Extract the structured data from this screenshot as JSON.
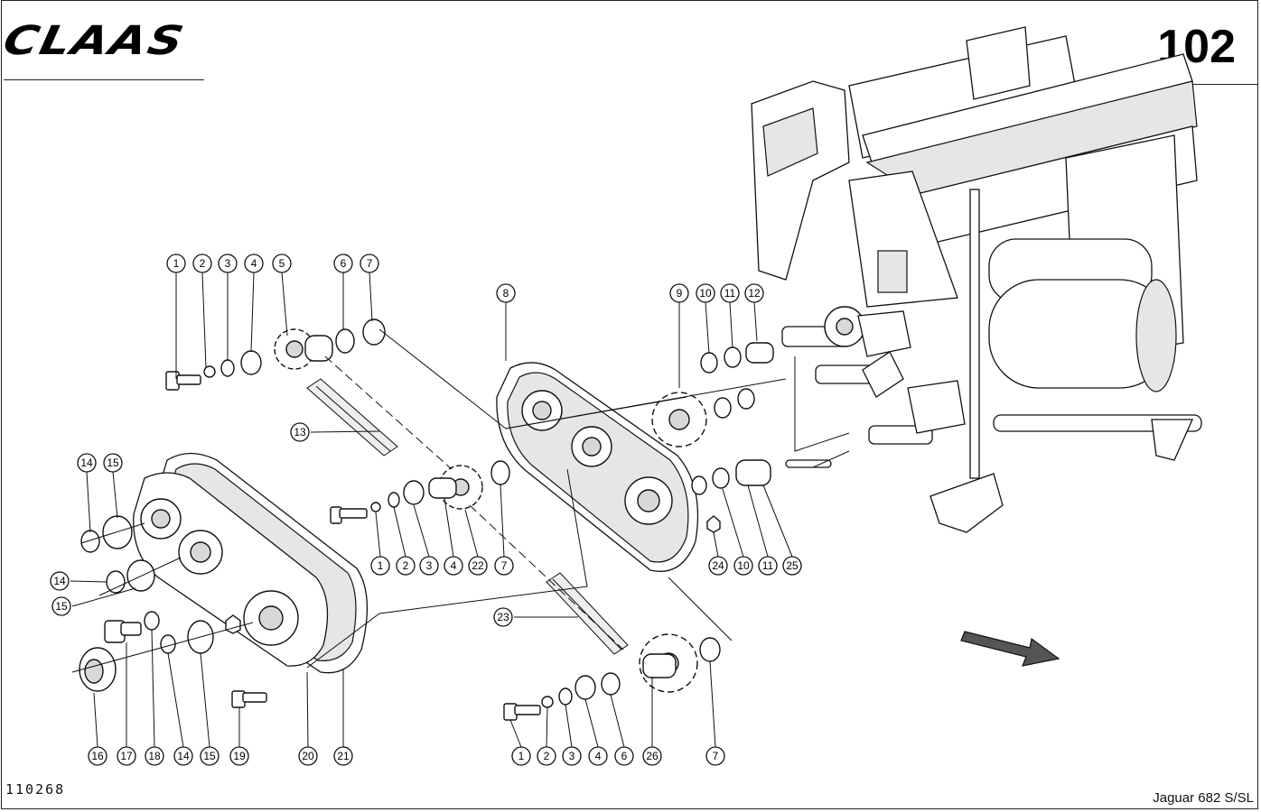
{
  "header": {
    "logo_text": "CLAAS",
    "page_number": "102"
  },
  "footer": {
    "drawing_number": "110268",
    "model": "Jaguar 682 S/SL"
  },
  "callouts": [
    {
      "num": "1"
    },
    {
      "num": "2"
    },
    {
      "num": "3"
    },
    {
      "num": "4"
    },
    {
      "num": "5"
    },
    {
      "num": "6"
    },
    {
      "num": "7"
    },
    {
      "num": "8"
    },
    {
      "num": "9"
    },
    {
      "num": "10"
    },
    {
      "num": "11"
    },
    {
      "num": "12"
    },
    {
      "num": "13"
    },
    {
      "num": "14"
    },
    {
      "num": "15"
    },
    {
      "num": "14"
    },
    {
      "num": "15"
    },
    {
      "num": "1"
    },
    {
      "num": "2"
    },
    {
      "num": "3"
    },
    {
      "num": "4"
    },
    {
      "num": "22"
    },
    {
      "num": "7"
    },
    {
      "num": "24"
    },
    {
      "num": "10"
    },
    {
      "num": "11"
    },
    {
      "num": "25"
    },
    {
      "num": "23"
    },
    {
      "num": "16"
    },
    {
      "num": "17"
    },
    {
      "num": "18"
    },
    {
      "num": "14"
    },
    {
      "num": "15"
    },
    {
      "num": "19"
    },
    {
      "num": "20"
    },
    {
      "num": "21"
    },
    {
      "num": "1"
    },
    {
      "num": "2"
    },
    {
      "num": "3"
    },
    {
      "num": "4"
    },
    {
      "num": "6"
    },
    {
      "num": "26"
    },
    {
      "num": "7"
    }
  ],
  "icons": {
    "direction_arrow": "arrow-right-down-icon"
  }
}
